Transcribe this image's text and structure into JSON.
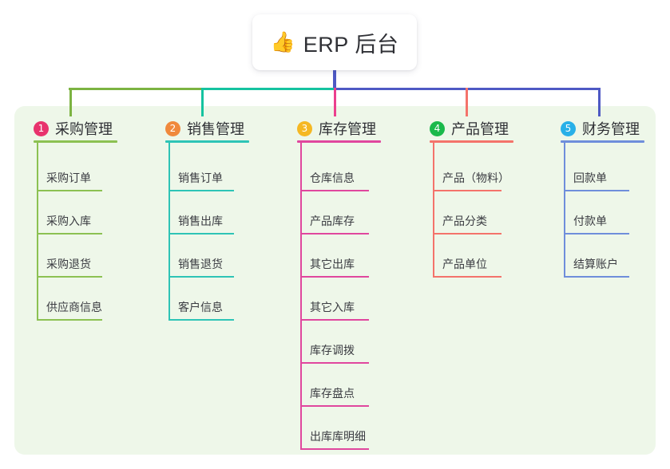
{
  "diagram": {
    "type": "mind-map",
    "title": "ERP 后台",
    "root": {
      "icon": "thumbs-up-icon",
      "icon_glyph": "👍",
      "label": "ERP 后台"
    },
    "panel_color": "#eef7e9",
    "trunk_segments": [
      {
        "name": "trunk-green",
        "color": "#7cb342"
      },
      {
        "name": "trunk-teal",
        "color": "#15c3a0"
      },
      {
        "name": "trunk-blue",
        "color": "#4e59c4"
      }
    ],
    "root_stem_color": "#4e59c4",
    "branches": [
      {
        "number": "1",
        "badge_glyph": "❶",
        "label": "采购管理",
        "badge_color": "#e8336d",
        "accent_color": "#8cc152",
        "drop_color": "#7cb342",
        "items": [
          {
            "label": "采购订单"
          },
          {
            "label": "采购入库"
          },
          {
            "label": "采购退货"
          },
          {
            "label": "供应商信息"
          }
        ]
      },
      {
        "number": "2",
        "badge_glyph": "❷",
        "label": "销售管理",
        "badge_color": "#f0893c",
        "accent_color": "#2ec4b6",
        "drop_color": "#15c3a0",
        "items": [
          {
            "label": "销售订单"
          },
          {
            "label": "销售出库"
          },
          {
            "label": "销售退货"
          },
          {
            "label": "客户信息"
          }
        ]
      },
      {
        "number": "3",
        "badge_glyph": "❸",
        "label": "库存管理",
        "badge_color": "#f5b823",
        "accent_color": "#e0479e",
        "drop_color": "#ec3f8e",
        "items": [
          {
            "label": "仓库信息"
          },
          {
            "label": "产品库存"
          },
          {
            "label": "其它出库"
          },
          {
            "label": "其它入库"
          },
          {
            "label": "库存调拨"
          },
          {
            "label": "库存盘点"
          },
          {
            "label": "出库库明细"
          }
        ]
      },
      {
        "number": "4",
        "badge_glyph": "❹",
        "label": "产品管理",
        "badge_color": "#1ab94b",
        "accent_color": "#f4736b",
        "drop_color": "#f4736b",
        "items": [
          {
            "label": "产品（物料）"
          },
          {
            "label": "产品分类"
          },
          {
            "label": "产品单位"
          }
        ]
      },
      {
        "number": "5",
        "badge_glyph": "❺",
        "label": "财务管理",
        "badge_color": "#28b0e8",
        "accent_color": "#6f8edb",
        "drop_color": "#4e59c4",
        "items": [
          {
            "label": "回款单"
          },
          {
            "label": "付款单"
          },
          {
            "label": "结算账户"
          }
        ]
      }
    ]
  }
}
